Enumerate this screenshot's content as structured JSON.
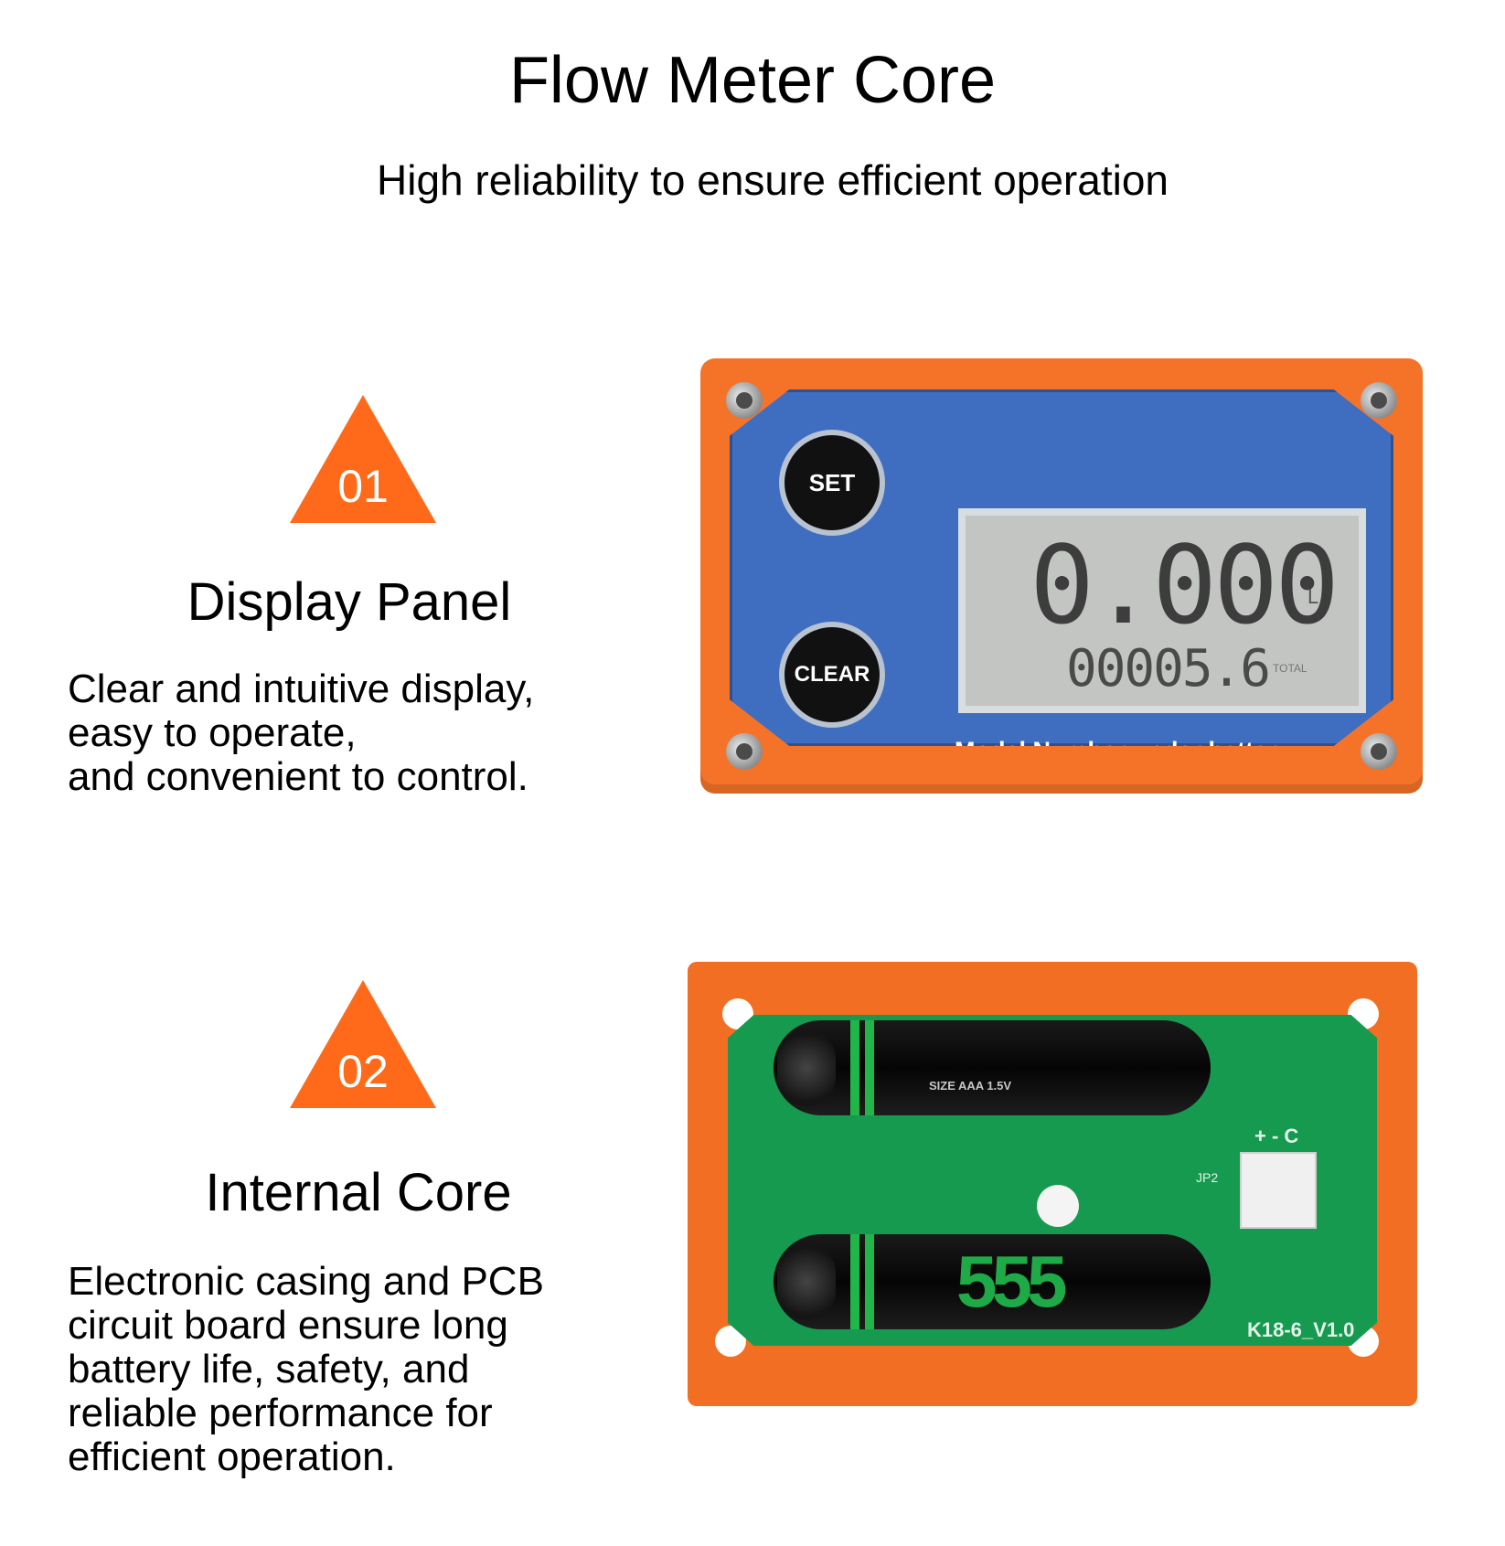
{
  "header": {
    "title": "Flow Meter Core",
    "subtitle": "High reliability to ensure efficient operation"
  },
  "sections": [
    {
      "number": "01",
      "heading": "Display Panel",
      "description": "Clear and intuitive display,\neasy to operate,\nand convenient to control."
    },
    {
      "number": "02",
      "heading": "Internal Core",
      "description": "Electronic casing and PCB\ncircuit board ensure long\nbattery life, safety, and\nreliable performance for\nefficient operation."
    }
  ],
  "display_product": {
    "set_label": "SET",
    "clear_label": "CLEAR",
    "lcd_main": "0.000",
    "lcd_unit": "L",
    "lcd_total": "00005.6",
    "lcd_total_label": "TOTAL",
    "note": "Model Number under battery"
  },
  "core_product": {
    "battery_text": "SIZE AAA 1.5V",
    "battery_brand": "555",
    "connector_label": "+ - C",
    "jumper_label": "JP2",
    "board_label": "K18-6_V1.0"
  },
  "colors": {
    "accent_orange": "#ff6a1a",
    "panel_blue": "#3f6ec1",
    "pcb_green": "#159a4f"
  }
}
